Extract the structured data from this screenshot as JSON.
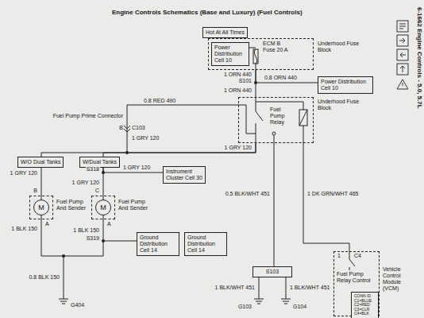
{
  "diagram": {
    "title": "Engine Controls Schematics (Base and Luxury) (Fuel Controls)",
    "nodes": [
      {
        "text": [
          "Hot At All Times"
        ]
      },
      {
        "text": [
          "Underhood Fuse Block"
        ]
      },
      {
        "text": [
          "Power Distribution Cell 10"
        ],
        "in": 1
      },
      {
        "text": [
          "Power Distribution Cell 10"
        ]
      },
      {
        "text": [
          "Underhood Fuse Block",
          "Fuel Pump Relay"
        ]
      },
      {
        "text": [
          "W/O Dual Tanks"
        ]
      },
      {
        "text": [
          "W/Dual Tanks"
        ]
      },
      {
        "text": [
          "Fuel Pump And Sender",
          "M"
        ]
      },
      {
        "text": [
          "Fuel Pump And Sender",
          "M"
        ]
      },
      {
        "text": [
          "Instrument Cluster Cell 30"
        ]
      },
      {
        "text": [
          "Ground Distribution Cell 14"
        ]
      },
      {
        "text": [
          "Ground Distribution Cell 14"
        ]
      },
      {
        "text": [
          "S103"
        ]
      },
      {
        "text": [
          "Vehicle Control Module (VCM)",
          "Fuel Pump Relay Control"
        ]
      },
      {
        "text": [
          "CONN ID C1=BLUE C2=RED C3=CLR C4=BLK"
        ],
        "in": 13
      }
    ],
    "edges": [
      {
        "from": 1,
        "to": 4,
        "arrow": "none",
        "label": "1 ORN 440"
      },
      {
        "from": 1,
        "to": 3,
        "arrow": "none",
        "label": "0.8 ORN 440"
      },
      {
        "from": 4,
        "to": 5,
        "arrow": "none",
        "label": "1 GRY 120"
      },
      {
        "from": 4,
        "to": 6,
        "arrow": "none"
      },
      {
        "from": 5,
        "to": 7,
        "arrow": "none",
        "label": "1 GRY 120"
      },
      {
        "from": 6,
        "to": 8,
        "arrow": "none",
        "label": "1 GRY 120"
      },
      {
        "from": 6,
        "to": 9,
        "arrow": "none",
        "label": "1 GRY 120"
      },
      {
        "from": 8,
        "to": 10,
        "arrow": "none"
      },
      {
        "from": 4,
        "to": 12,
        "arrow": "none",
        "label": "0.5 BLK/WHT 451"
      },
      {
        "from": 4,
        "to": 13,
        "arrow": "none",
        "label": "1 DK GRN/WHT 465"
      }
    ],
    "labels": [
      "6-1662 Engine Controls - 5.0, 5.7L",
      "ECM B Fuse 20 A",
      "1 ORN 440",
      "S101",
      "0.8 RED 490",
      "Fuel Pump Prime Connector",
      "B",
      "C103",
      "1 GRY 120",
      "S318",
      "B",
      "C",
      "A",
      "A",
      "1 BLK 150",
      "1 BLK 150",
      "S319",
      "0.8 BLK 150",
      "G404",
      "1 BLK/WHT 451",
      "1 BLK/WHT 451",
      "G103",
      "G104",
      "1",
      "C4"
    ]
  }
}
